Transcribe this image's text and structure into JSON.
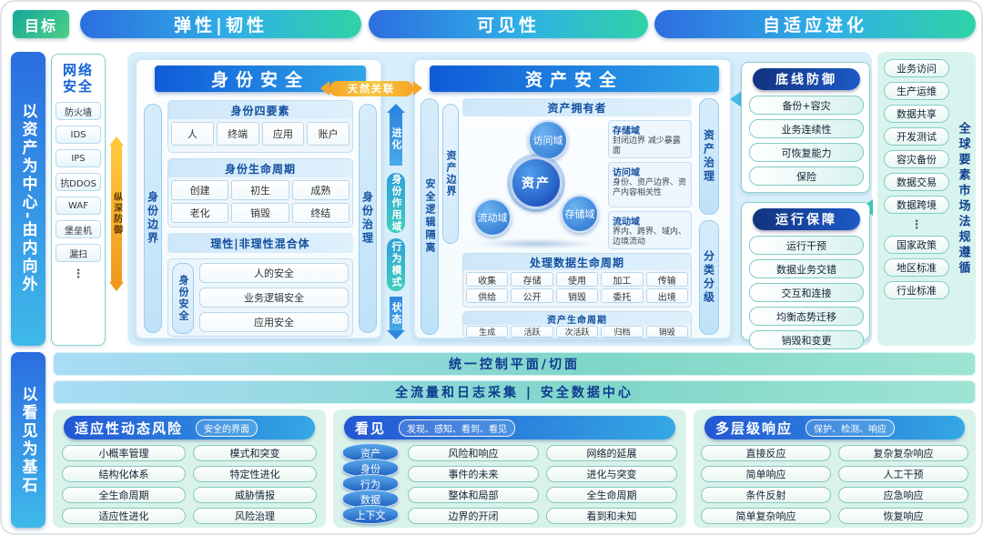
{
  "top": {
    "goal_label": "目标",
    "banners": [
      "弹性|韧性",
      "可见性",
      "自适应进化"
    ]
  },
  "rails": {
    "asset_centric": "以资产为中心-由内向外",
    "visibility_foundation": "以看见为基石"
  },
  "network_security": {
    "title_line1": "网络",
    "title_line2": "安全",
    "items": [
      "防火墙",
      "IDS",
      "IPS",
      "抗DDOS",
      "WAF",
      "堡垒机",
      "漏扫"
    ],
    "ellipsis": "⋮"
  },
  "depth_defense_arrow": "纵深防御",
  "identity_panel": {
    "title": "身份安全",
    "left_rail": "身份边界",
    "right_rail": "身份治理",
    "four_elements": {
      "title": "身份四要素",
      "items": [
        "人",
        "终端",
        "应用",
        "账户"
      ]
    },
    "lifecycle": {
      "title": "身份生命周期",
      "items": [
        "创建",
        "初生",
        "成熟",
        "老化",
        "销毁",
        "终结"
      ]
    },
    "hybrid": "理性|非理性混合体",
    "security": {
      "title": "身份安全",
      "items": [
        "人的安全",
        "业务逻辑安全",
        "应用安全"
      ]
    }
  },
  "link_label": "天然关联",
  "connectors": [
    "进化",
    "身份作用域",
    "行为模式",
    "状态"
  ],
  "asset_panel": {
    "title": "资产安全",
    "left_rail": "安全逻辑隔离",
    "inner_rail": "资产边界",
    "owner_title": "资产拥有者",
    "circles": {
      "center": "资产",
      "top": "访问域",
      "bottom_left": "流动域",
      "right": "存储域"
    },
    "domain_notes": [
      {
        "title": "存储域",
        "text": "封闭边界 减少暴露面"
      },
      {
        "title": "访问域",
        "text": "身份、资产边界、资产内容相关性"
      },
      {
        "title": "流动域",
        "text": "界内、跨界、域内、边境流动"
      }
    ],
    "data_lifecycle": {
      "title": "处理数据生命周期",
      "items": [
        "收集",
        "存储",
        "使用",
        "加工",
        "传输",
        "供给",
        "公开",
        "销毁",
        "委托",
        "出境"
      ]
    },
    "asset_lifecycle": {
      "title": "资产生命周期",
      "items": [
        "生成",
        "活跃",
        "次活跃",
        "归档",
        "销毁"
      ]
    },
    "right_rail_top": "资产治理",
    "right_rail_bottom": "分类分级"
  },
  "baseline_defense": {
    "title": "底线防御",
    "items": [
      "备份+容灾",
      "业务连续性",
      "可恢复能力",
      "保险"
    ]
  },
  "operation_support": {
    "title": "运行保障",
    "items": [
      "运行干预",
      "数据业务交错",
      "交互和连接",
      "均衡态势迁移",
      "销毁和变更"
    ]
  },
  "right_column": {
    "vertical_label": "全球要素市场法规遵循",
    "scenario_items": [
      "业务访问",
      "生产运维",
      "数据共享",
      "开发测试",
      "容灾备份",
      "数据交易",
      "数据跨境"
    ],
    "ellipsis": "⋮",
    "regulation_items": [
      "国家政策",
      "地区标准",
      "行业标准"
    ]
  },
  "control_bars": [
    "统一控制平面/切面",
    "全流量和日志采集 | 安全数据中心"
  ],
  "risk_panel": {
    "title": "适应性动态风险",
    "badge": "安全的界面",
    "items": [
      "小概率管理",
      "模式和突变",
      "结构化体系",
      "特定性进化",
      "全生命周期",
      "威胁情报",
      "适应性进化",
      "风险治理"
    ]
  },
  "see_panel": {
    "title": "看见",
    "badge": "发现、感知、看到、看见",
    "cylinders": [
      "资产",
      "身份",
      "行为",
      "数据",
      "上下文"
    ],
    "items": [
      "风险和响应",
      "网络的延展",
      "事件的未来",
      "进化与突变",
      "整体和局部",
      "全生命周期",
      "边界的开闭",
      "看到和未知"
    ]
  },
  "response_panel": {
    "title": "多层级响应",
    "badge": "保护、检测、响应",
    "items": [
      "直接反应",
      "复杂复杂响应",
      "简单响应",
      "人工干预",
      "条件反射",
      "应急响应",
      "简单复杂响应",
      "恢复响应"
    ]
  }
}
